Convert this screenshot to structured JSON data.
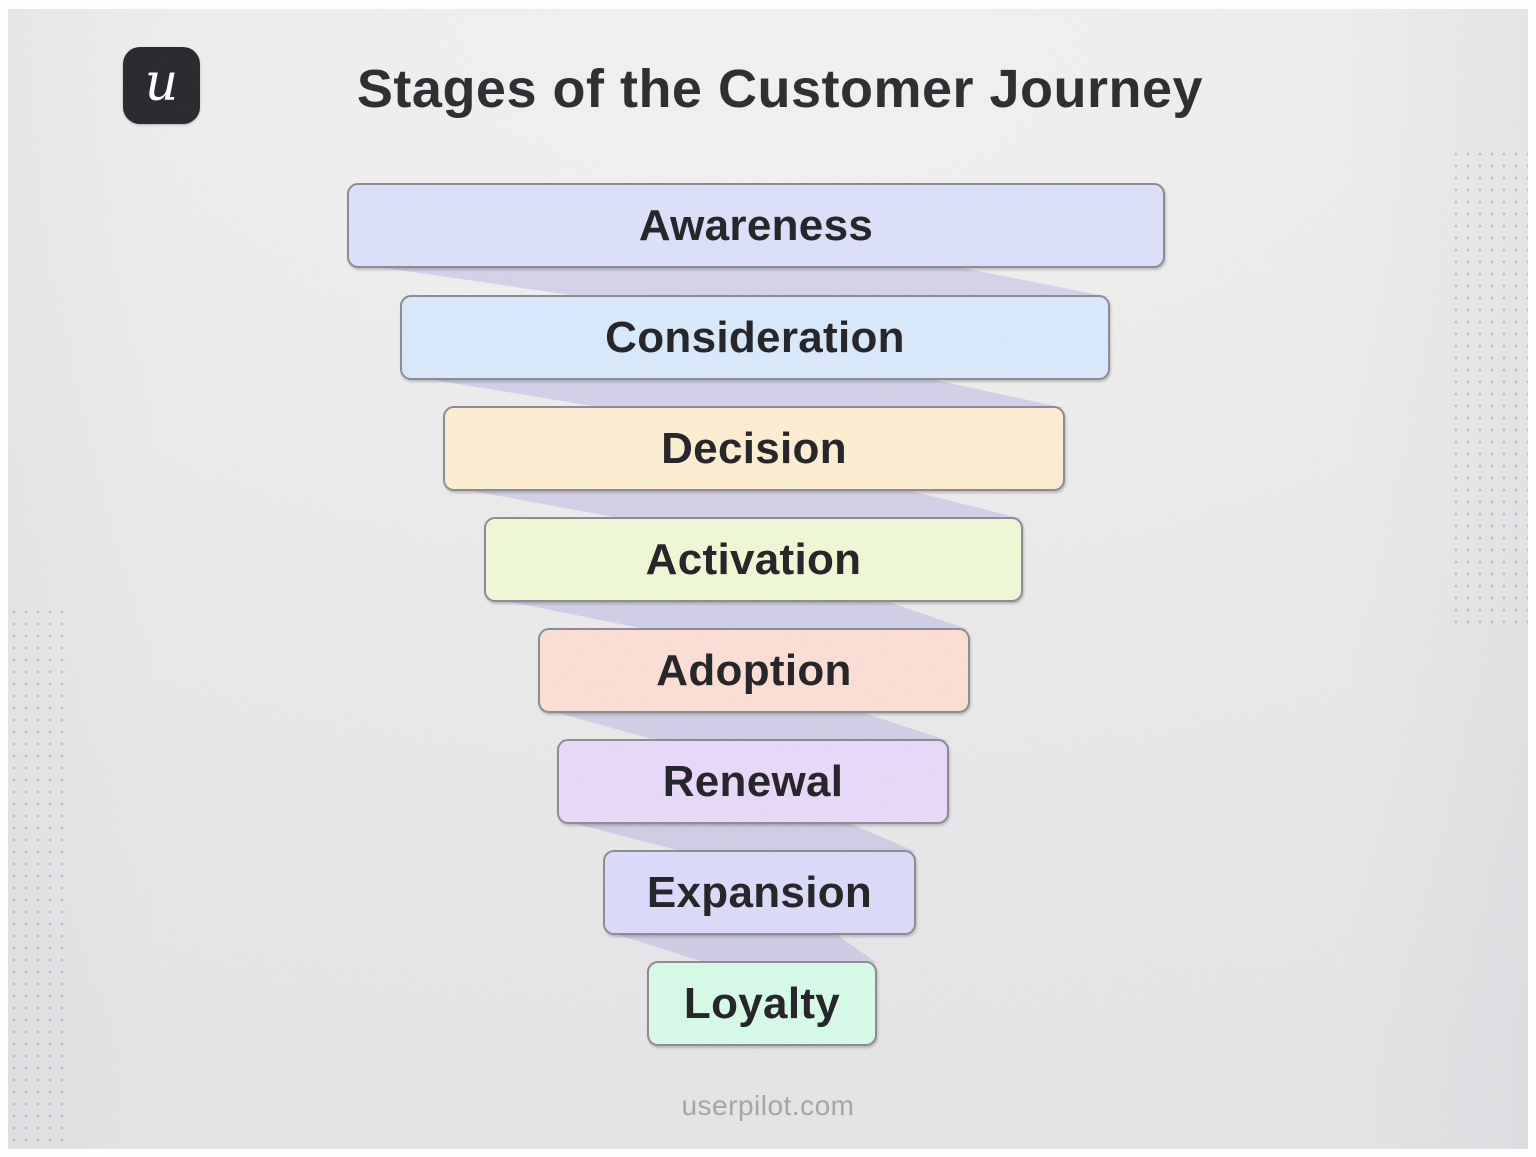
{
  "logo": {
    "glyph": "u",
    "background": "#28272c",
    "color": "#ffffff"
  },
  "title": "Stages of the Customer Journey",
  "stages": [
    {
      "label": "Awareness",
      "color": "#dce0fa"
    },
    {
      "label": "Consideration",
      "color": "#d9e9fb"
    },
    {
      "label": "Decision",
      "color": "#fdeed2"
    },
    {
      "label": "Activation",
      "color": "#eff8d5"
    },
    {
      "label": "Adoption",
      "color": "#fcded5"
    },
    {
      "label": "Renewal",
      "color": "#e9d9fa"
    },
    {
      "label": "Expansion",
      "color": "#dbdbfa"
    },
    {
      "label": "Loyalty",
      "color": "#d6fbe7"
    }
  ],
  "connector_color": "rgba(154,150,224,0.32)",
  "border_color": "#8b8b93",
  "text_color": "#232327",
  "footer": "userpilot.com"
}
